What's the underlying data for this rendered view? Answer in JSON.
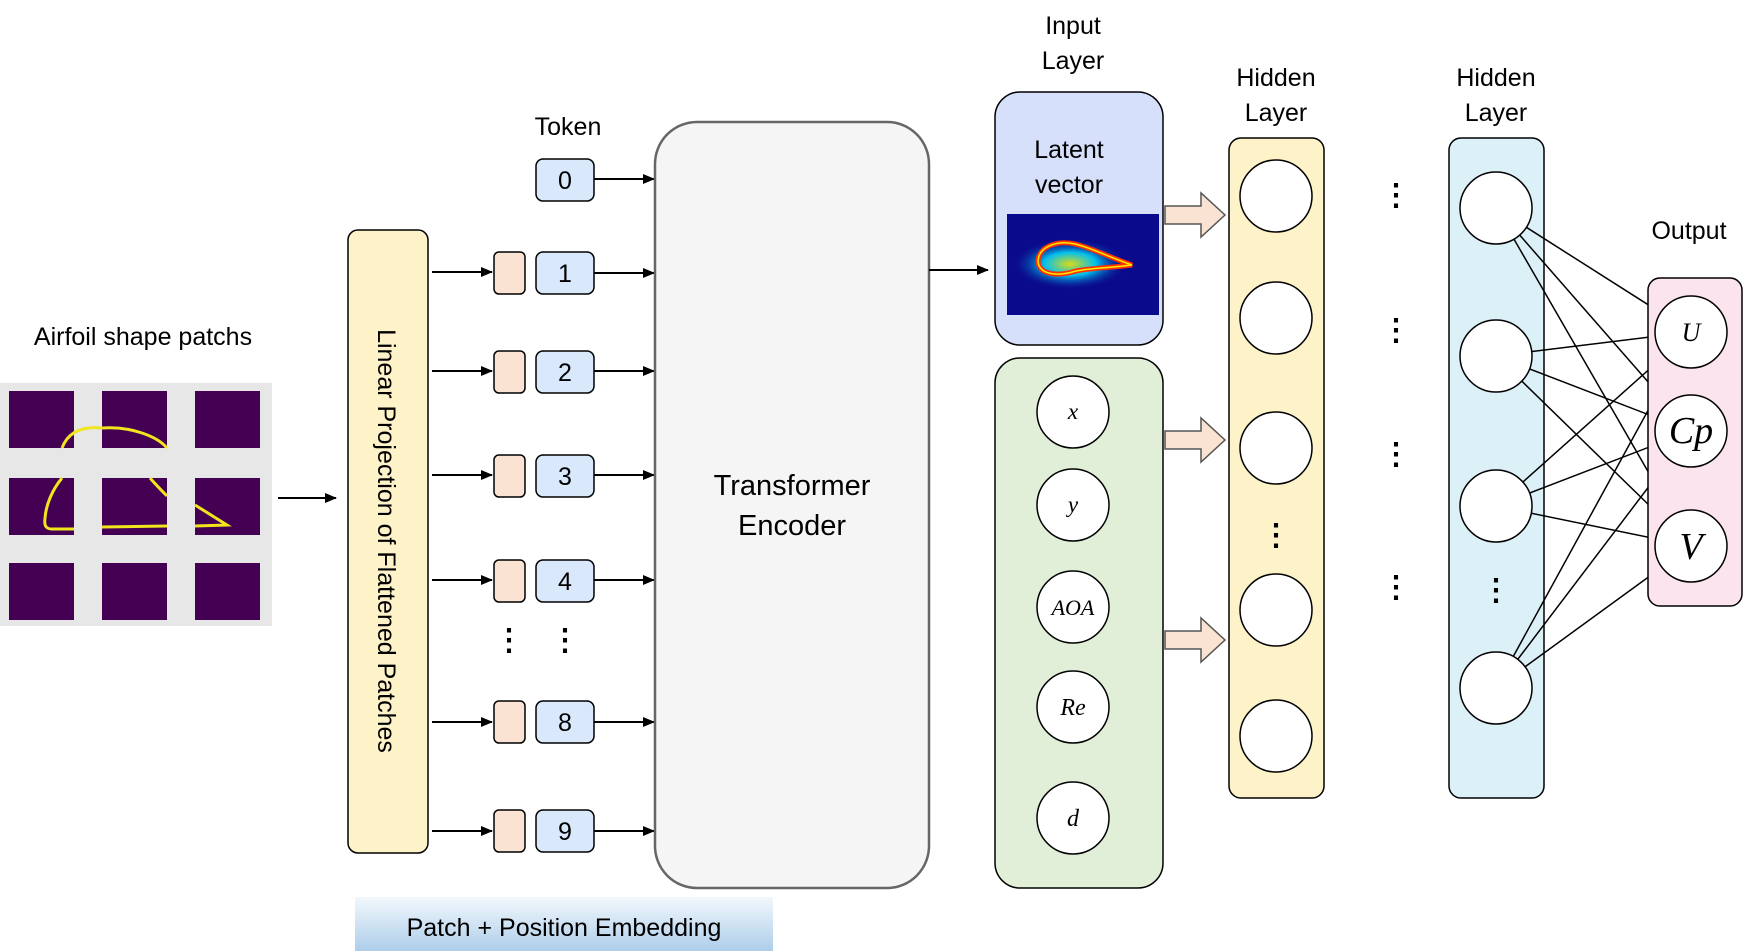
{
  "patches": {
    "title": "Airfoil shape patchs"
  },
  "projection": {
    "label": "Linear Projection of Flattened Patches"
  },
  "tokens": {
    "header": "Token",
    "items": [
      "0",
      "1",
      "2",
      "3",
      "4",
      "8",
      "9"
    ],
    "ellipsis": "⋮"
  },
  "embedding": {
    "label": "Patch + Position Embedding"
  },
  "encoder": {
    "line1": "Transformer",
    "line2": "Encoder"
  },
  "input_layer": {
    "title_line1": "Input",
    "title_line2": "Layer",
    "latent_line1": "Latent",
    "latent_line2": "vector",
    "params": [
      "x",
      "y",
      "AOA",
      "Re",
      "d"
    ]
  },
  "hidden1": {
    "title_line1": "Hidden",
    "title_line2": "Layer"
  },
  "hidden2": {
    "title_line1": "Hidden",
    "title_line2": "Layer"
  },
  "output": {
    "title": "Output",
    "nodes": [
      "U",
      "Cp",
      "V"
    ]
  },
  "colors": {
    "patch_fill": "#440154",
    "patch_curve": "#f1e51d",
    "projection_fill": "#fdf2c8",
    "token_fill": "#dae8fc",
    "pos_fill": "#fbe3d3",
    "encoder_fill": "#f5f5f5",
    "input_fill": "#d6e0fb",
    "param_fill": "#e1efd8",
    "hidden1_fill": "#fdf2c8",
    "hidden2_fill": "#dcf0f8",
    "output_fill": "#fbe4ee"
  }
}
